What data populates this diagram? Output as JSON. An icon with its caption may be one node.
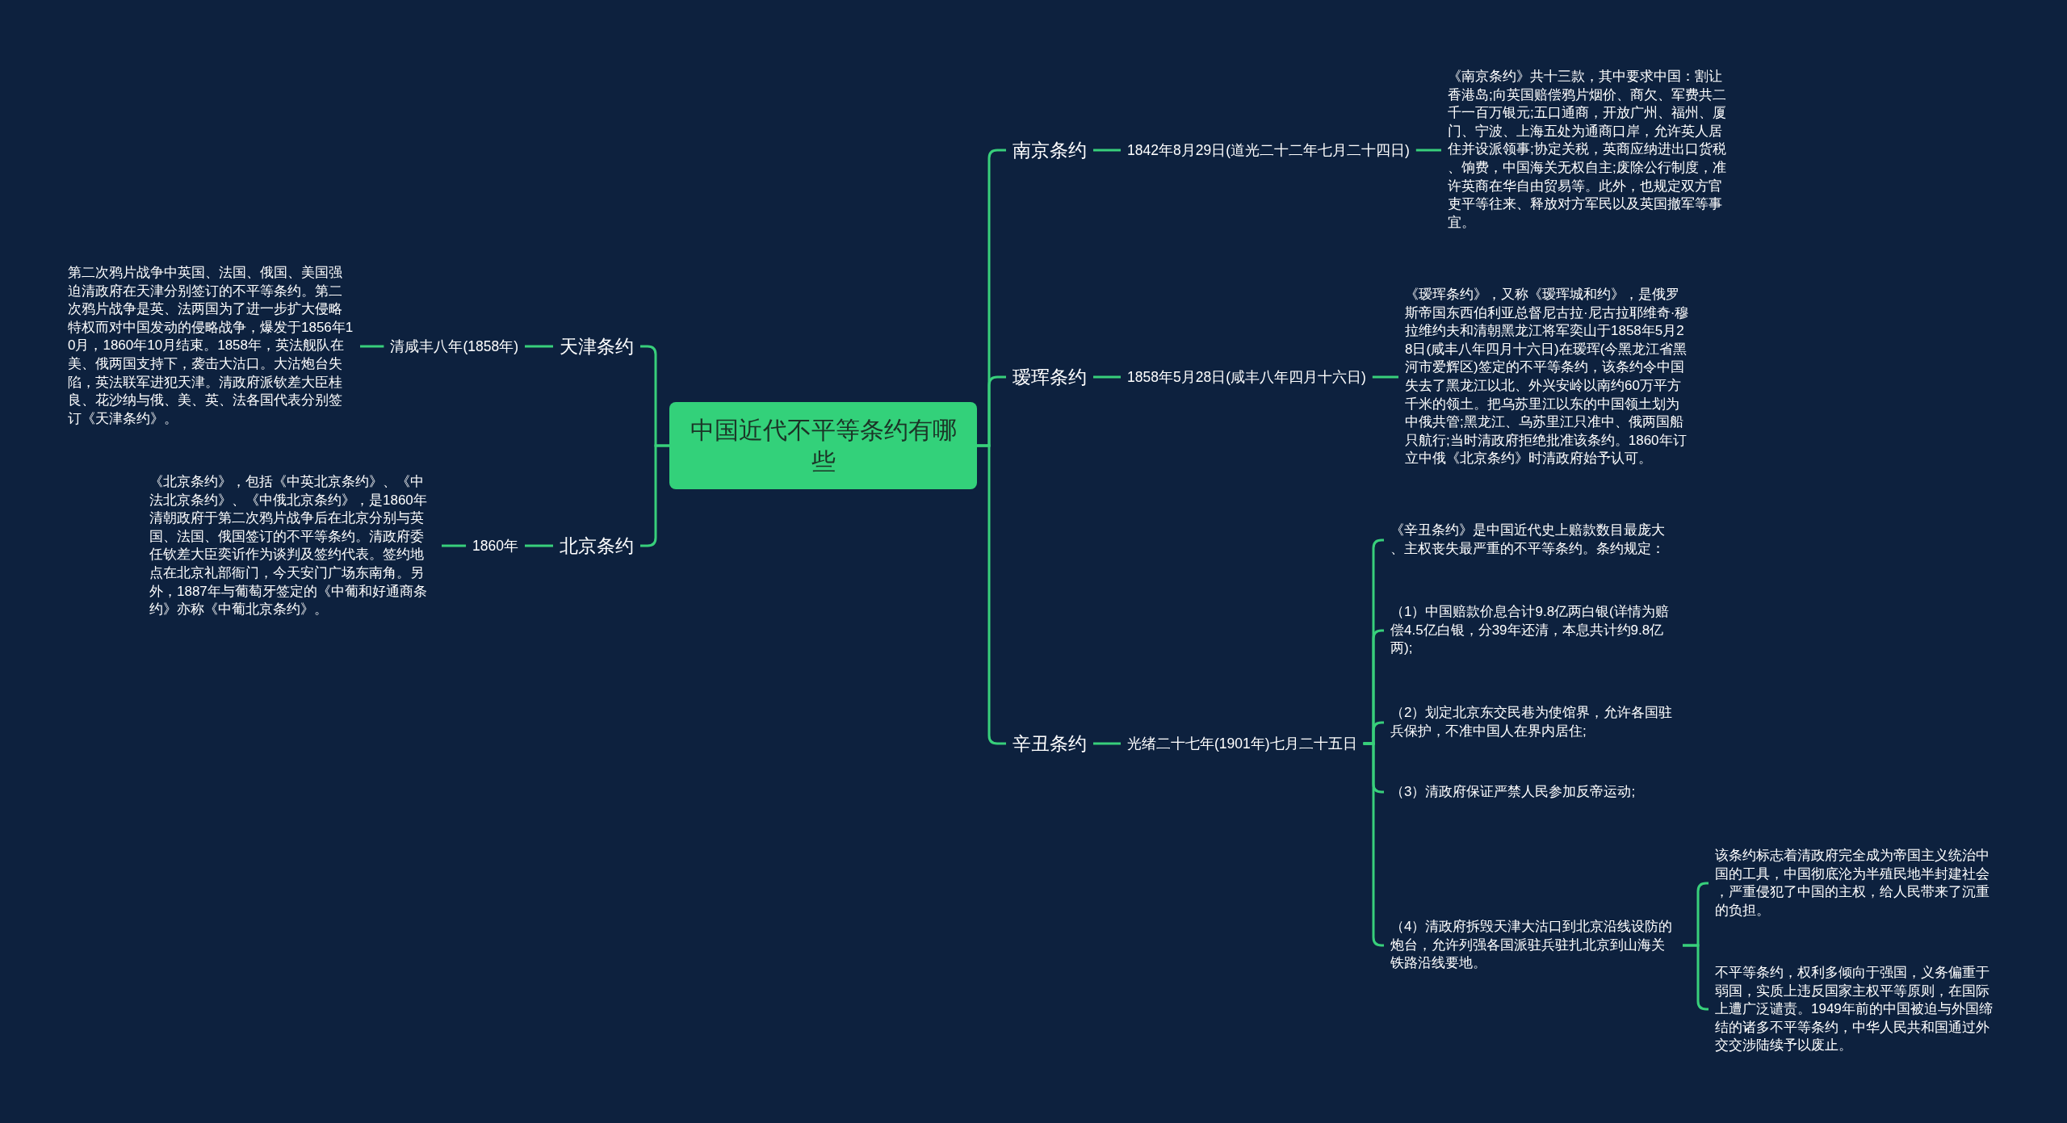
{
  "diagram": {
    "nodes": [
      {
        "text": [
          "中国近代不平等条约有哪些"
        ]
      },
      {
        "text": [
          "南京条约"
        ]
      },
      {
        "text": [
          "1842年8月29日(道光二十二年七月二十四日)"
        ]
      },
      {
        "text": [
          "《南京条约》共十三款，其中要求中国：割让香港岛;向英国赔偿鸦片烟价、商欠、军费共二千一百万银元;五口通商，开放广州、福州、厦门、宁波、上海五处为通商口岸，允许英人居住并设派领事;协定关税，英商应纳进出口货税、饷费，中国海关无权自主;废除公行制度，准许英商在华自由贸易等。此外，也规定双方官吏平等往来、释放对方军民以及英国撤军等事宜。"
        ]
      },
      {
        "text": [
          "瑷珲条约"
        ]
      },
      {
        "text": [
          "1858年5月28日(咸丰八年四月十六日)"
        ]
      },
      {
        "text": [
          "《瑷珲条约》，又称《瑷珲城和约》，是俄罗斯帝国东西伯利亚总督尼古拉·尼古拉耶维奇·穆拉维约夫和清朝黑龙江将军奕山于1858年5月28日(咸丰八年四月十六日)在瑷珲(今黑龙江省黑河市爱辉区)签定的不平等条约，该条约令中国失去了黑龙江以北、外兴安岭以南约60万平方千米的领土。把乌苏里江以东的中国领土划为中俄共管;黑龙江、乌苏里江只准中、俄两国船只航行;当时清政府拒绝批准该条约。1860年订立中俄《北京条约》时清政府始予认可。"
        ]
      },
      {
        "text": [
          "辛丑条约"
        ]
      },
      {
        "text": [
          "光绪二十七年(1901年)七月二十五日"
        ]
      },
      {
        "text": [
          "《辛丑条约》是中国近代史上赔款数目最庞大、主权丧失最严重的不平等条约。条约规定："
        ]
      },
      {
        "text": [
          "（1）中国赔款价息合计9.8亿两白银(详情为赔偿4.5亿白银，分39年还清，本息共计约9.8亿两);"
        ]
      },
      {
        "text": [
          "（2）划定北京东交民巷为使馆界，允许各国驻兵保护，不准中国人在界内居住;"
        ]
      },
      {
        "text": [
          "（3）清政府保证严禁人民参加反帝运动;"
        ]
      },
      {
        "text": [
          "（4）清政府拆毁天津大沽口到北京沿线设防的炮台，允许列强各国派驻兵驻扎北京到山海关铁路沿线要地。"
        ]
      },
      {
        "text": [
          "该条约标志着清政府完全成为帝国主义统治中国的工具，中国彻底沦为半殖民地半封建社会，严重侵犯了中国的主权，给人民带来了沉重的负担。"
        ]
      },
      {
        "text": [
          "不平等条约，权利多倾向于强国，义务偏重于弱国，实质上违反国家主权平等原则，在国际上遭广泛谴责。1949年前的中国被迫与外国缔结的诸多不平等条约，中华人民共和国通过外交交涉陆续予以废止。"
        ]
      },
      {
        "text": [
          "天津条约"
        ]
      },
      {
        "text": [
          "清咸丰八年(1858年)"
        ]
      },
      {
        "text": [
          "第二次鸦片战争中英国、法国、俄国、美国强迫清政府在天津分别签订的不平等条约。第二次鸦片战争是英、法两国为了进一步扩大侵略特权而对中国发动的侵略战争，爆发于1856年10月，1860年10月结束。1858年，英法舰队在美、俄两国支持下，袭击大沽口。大沽炮台失陷，英法联军进犯天津。清政府派钦差大臣桂良、花沙纳与俄、美、英、法各国代表分别签订《天津条约》。"
        ]
      },
      {
        "text": [
          "北京条约"
        ]
      },
      {
        "text": [
          "1860年"
        ]
      },
      {
        "text": [
          "《北京条约》，包括《中英北京条约》、《中法北京条约》、《中俄北京条约》，是1860年清朝政府于第二次鸦片战争后在北京分别与英国、法国、俄国签订的不平等条约。清政府委任钦差大臣奕䜣作为谈判及签约代表。签约地点在北京礼部衙门，今天安门广场东南角。另外，1887年与葡萄牙签定的《中葡和好通商条约》亦称《中葡北京条约》。"
        ]
      }
    ],
    "edges": [
      {
        "from": 0,
        "to": 1,
        "arrow": "none"
      },
      {
        "from": 0,
        "to": 4,
        "arrow": "none"
      },
      {
        "from": 0,
        "to": 7,
        "arrow": "none"
      },
      {
        "from": 1,
        "to": 2,
        "arrow": "none"
      },
      {
        "from": 2,
        "to": 3,
        "arrow": "none"
      },
      {
        "from": 4,
        "to": 5,
        "arrow": "none"
      },
      {
        "from": 5,
        "to": 6,
        "arrow": "none"
      },
      {
        "from": 7,
        "to": 8,
        "arrow": "none"
      },
      {
        "from": 8,
        "to": 9,
        "arrow": "none"
      },
      {
        "from": 8,
        "to": 10,
        "arrow": "none"
      },
      {
        "from": 8,
        "to": 11,
        "arrow": "none"
      },
      {
        "from": 8,
        "to": 12,
        "arrow": "none"
      },
      {
        "from": 8,
        "to": 13,
        "arrow": "none"
      },
      {
        "from": 13,
        "to": 14,
        "arrow": "none"
      },
      {
        "from": 13,
        "to": 15,
        "arrow": "none"
      },
      {
        "from": 0,
        "to": 16,
        "arrow": "none"
      },
      {
        "from": 0,
        "to": 19,
        "arrow": "none"
      },
      {
        "from": 16,
        "to": 17,
        "arrow": "none"
      },
      {
        "from": 17,
        "to": 18,
        "arrow": "none"
      },
      {
        "from": 19,
        "to": 20,
        "arrow": "none"
      },
      {
        "from": 20,
        "to": 21,
        "arrow": "none"
      }
    ]
  }
}
